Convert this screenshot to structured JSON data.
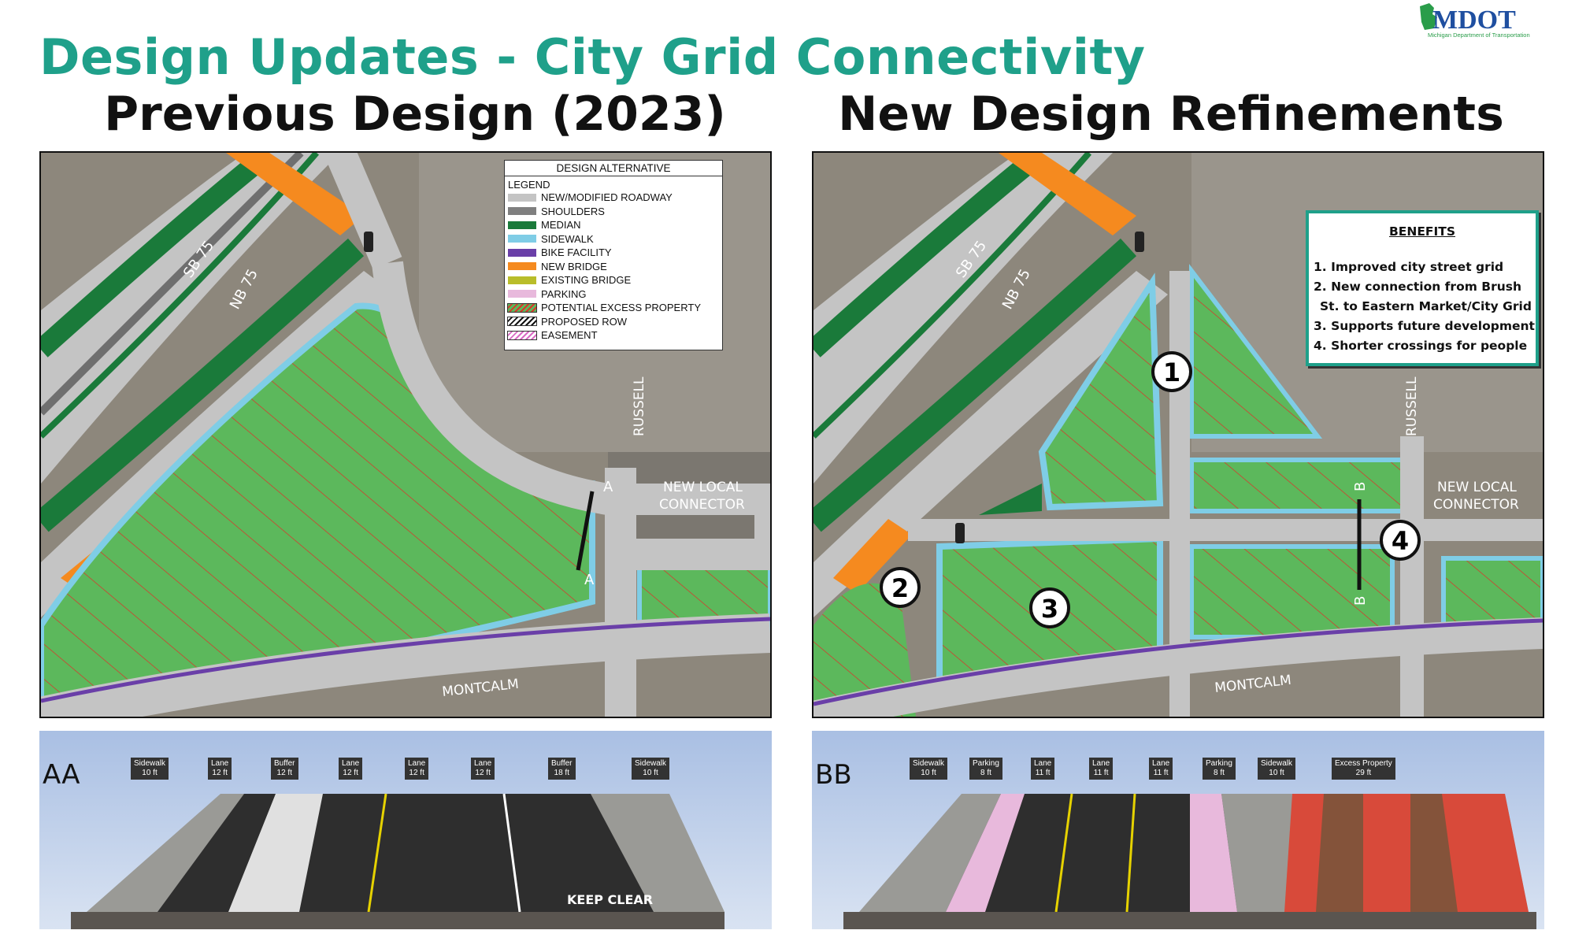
{
  "title": "Design Updates - City Grid Connectivity",
  "logo": {
    "text": "MDOT",
    "subtitle": "Michigan Department of Transportation",
    "color": "#1f4fa0",
    "accent": "#2a9d4a"
  },
  "left_panel": {
    "title": "Previous Design (2023)",
    "map_labels": {
      "sb75": "SB 75",
      "nb75": "NB 75",
      "russell": "RUSSELL",
      "connector1": "NEW LOCAL",
      "connector2": "CONNECTOR",
      "montcalm": "MONTCALM",
      "sec_top": "A",
      "sec_bottom": "A"
    },
    "legend": {
      "header": "DESIGN ALTERNATIVE",
      "subheader": "LEGEND",
      "items": [
        {
          "label": "NEW/MODIFIED ROADWAY",
          "color": "#c4c4c4"
        },
        {
          "label": "SHOULDERS",
          "color": "#7f7f7f"
        },
        {
          "label": "MEDIAN",
          "color": "#1a7a3a"
        },
        {
          "label": "SIDEWALK",
          "color": "#7fcde6"
        },
        {
          "label": "BIKE FACILITY",
          "color": "#6a3fa8"
        },
        {
          "label": "NEW BRIDGE",
          "color": "#f58a1f"
        },
        {
          "label": "EXISTING BRIDGE",
          "color": "#b9bd2a"
        },
        {
          "label": "PARKING",
          "color": "#e8b9dc"
        },
        {
          "label": "POTENTIAL EXCESS PROPERTY",
          "color": "hatch-green-red"
        },
        {
          "label": "PROPOSED ROW",
          "color": "hatch-black"
        },
        {
          "label": "EASEMENT",
          "color": "hatch-pink"
        }
      ]
    },
    "section": {
      "label": "AA",
      "dims": [
        {
          "name": "Sidewalk",
          "width": "10 ft"
        },
        {
          "name": "Lane",
          "width": "12 ft"
        },
        {
          "name": "Buffer",
          "width": "12 ft"
        },
        {
          "name": "Lane",
          "width": "12 ft"
        },
        {
          "name": "Lane",
          "width": "12 ft"
        },
        {
          "name": "Lane",
          "width": "12 ft"
        },
        {
          "name": "Buffer",
          "width": "18 ft"
        },
        {
          "name": "Sidewalk",
          "width": "10 ft"
        }
      ],
      "pavement_text": "KEEP CLEAR"
    }
  },
  "right_panel": {
    "title": "New Design Refinements",
    "map_labels": {
      "sb75": "SB 75",
      "nb75": "NB 75",
      "russell": "RUSSELL",
      "connector1": "NEW LOCAL",
      "connector2": "CONNECTOR",
      "montcalm": "MONTCALM",
      "sec_top": "B",
      "sec_bottom": "B",
      "m1": "1",
      "m2": "2",
      "m3": "3",
      "m4": "4"
    },
    "benefits": {
      "header": "BENEFITS",
      "items": [
        "1.  Improved city street grid",
        "2.  New connection from Brush",
        "St. to Eastern Market/City Grid",
        "3.  Supports future development",
        "4.  Shorter crossings for people"
      ]
    },
    "section": {
      "label": "BB",
      "dims": [
        {
          "name": "Sidewalk",
          "width": "10 ft"
        },
        {
          "name": "Parking",
          "width": "8 ft"
        },
        {
          "name": "Lane",
          "width": "11 ft"
        },
        {
          "name": "Lane",
          "width": "11 ft"
        },
        {
          "name": "Lane",
          "width": "11 ft"
        },
        {
          "name": "Parking",
          "width": "8 ft"
        },
        {
          "name": "Sidewalk",
          "width": "10 ft"
        },
        {
          "name": "Excess Property",
          "width": "29 ft"
        }
      ]
    }
  },
  "colors": {
    "title": "#1fa08a",
    "parcel": "#5cb85c",
    "hatch": "#d9362b",
    "sidewalk": "#7fcde6",
    "road": "#c4c4c4"
  }
}
